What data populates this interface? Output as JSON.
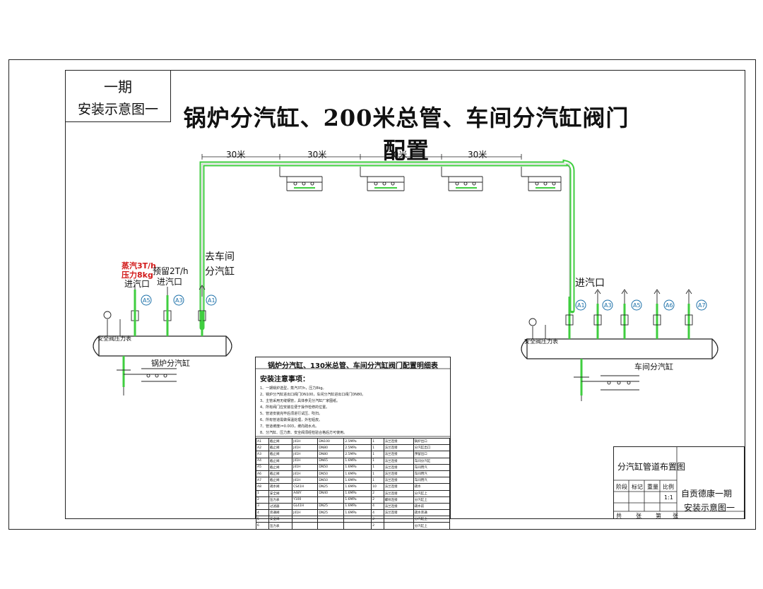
{
  "header": {
    "phase_line1": "一期",
    "phase_line2": "安装示意图一",
    "main_title": "锅炉分汽缸、200米总管、车间分汽缸阀门配置"
  },
  "pipeline": {
    "segment_labels": [
      "30米",
      "30米",
      "30米",
      "30米"
    ],
    "to_workshop_line1": "去车间",
    "to_workshop_line2": "分汽缸",
    "steam_inlet": "进汽口"
  },
  "boiler_header": {
    "steam_line1": "蒸汽3T/h",
    "steam_line2": "压力8kg",
    "steam_inlet": "进汽口",
    "reserved_line1": "预留2T/h",
    "reserved_line2": "进汽口",
    "safety_valve": "安全阀",
    "pressure_gauge": "压力表",
    "name": "锅炉分汽缸",
    "tags": [
      "A5",
      "A3",
      "A1"
    ]
  },
  "workshop_header": {
    "safety_valve": "安全阀",
    "pressure_gauge": "压力表",
    "name": "车间分汽缸",
    "tags": [
      "A1",
      "A3",
      "A5",
      "A6",
      "A7"
    ]
  },
  "spec_table": {
    "title": "锅炉分汽缸、130米总管、车间分汽缸阀门配置明细表",
    "notes_heading": "安装注意事项：",
    "notes": [
      "1、一期锅炉选型，蒸汽3T/h，压力8kg。",
      "2、锅炉分汽缸进出口阀门DN100，车间分汽缸进出口阀门DN80。",
      "3、主管采用无缝钢管，具体参见分汽缸厂家图纸。",
      "4、所有阀门应安装在便于操作检修的位置。",
      "5、管道安装完毕后须进行试压、吹扫。",
      "6、所有管道需做保温处理，外包铝皮。",
      "7、管道坡度i=0.003，坡向疏水点。",
      "8、分汽缸、压力表、安全阀须经检验合格后方可使用。"
    ],
    "rows": [
      [
        "A1",
        "截止阀",
        "J41H",
        "DN100",
        "2.5MPa",
        "1",
        "法兰连接",
        "锅炉出口"
      ],
      [
        "A2",
        "截止阀",
        "J41H",
        "DN80",
        "2.5MPa",
        "1",
        "法兰连接",
        "分汽缸出口"
      ],
      [
        "A3",
        "截止阀",
        "J41H",
        "DN80",
        "2.5MPa",
        "1",
        "法兰连接",
        "预留出口"
      ],
      [
        "A4",
        "截止阀",
        "J41H",
        "DN65",
        "1.6MPa",
        "1",
        "法兰连接",
        "车间分汽缸"
      ],
      [
        "A5",
        "截止阀",
        "J41H",
        "DN50",
        "1.6MPa",
        "1",
        "法兰连接",
        "车间用汽"
      ],
      [
        "A6",
        "截止阀",
        "J41H",
        "DN50",
        "1.6MPa",
        "1",
        "法兰连接",
        "车间用汽"
      ],
      [
        "A7",
        "截止阀",
        "J41H",
        "DN50",
        "1.6MPa",
        "1",
        "法兰连接",
        "车间用汽"
      ],
      [
        "A8",
        "疏水阀",
        "CS41H",
        "DN25",
        "1.6MPa",
        "10",
        "法兰连接",
        "疏水"
      ],
      [
        "1",
        "安全阀",
        "A48Y",
        "DN40",
        "1.6MPa",
        "2",
        "法兰连接",
        "分汽缸上"
      ],
      [
        "2",
        "压力表",
        "Y100",
        "",
        "1.6MPa",
        "2",
        "螺纹连接",
        "分汽缸上"
      ],
      [
        "3",
        "过滤器",
        "GL41H",
        "DN25",
        "1.6MPa",
        "4",
        "法兰连接",
        "疏水前"
      ],
      [
        "4",
        "旁通阀",
        "J41H",
        "DN25",
        "1.6MPa",
        "4",
        "法兰连接",
        "疏水旁通"
      ],
      [
        "5",
        "安全阀",
        "",
        "",
        "",
        "2",
        "",
        "分汽缸上"
      ],
      [
        "6",
        "压力表",
        "",
        "",
        "",
        "2",
        "",
        "分汽缸上"
      ]
    ]
  },
  "title_block": {
    "drawing_name": "分汽缸管道布置图",
    "row_labels": [
      "阶段",
      "标记",
      "重量",
      "比例"
    ],
    "scale": "1:1",
    "company": "自贡德康一期",
    "sheet": "安装示意图一",
    "bottom_labels": [
      "共",
      "张",
      "第",
      "张"
    ]
  },
  "colors": {
    "pipe_green": "#3fce3f",
    "line": "#222222",
    "highlight_red": "#d21b1b",
    "tag_blue": "#1a6fa8"
  }
}
